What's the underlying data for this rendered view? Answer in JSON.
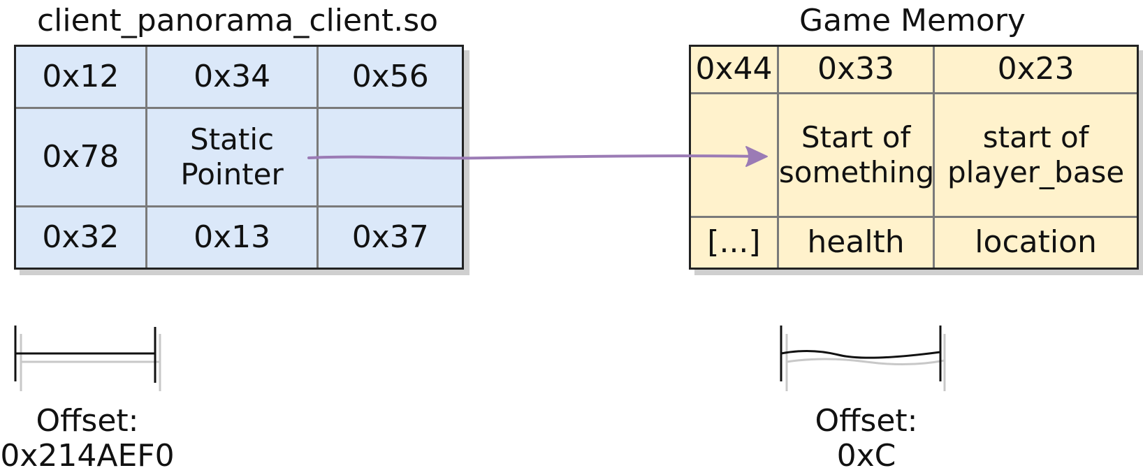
{
  "left_block": {
    "title": "client_panorama_client.so",
    "rows": [
      [
        "0x12",
        "0x34",
        "0x56"
      ],
      [
        "0x78",
        "Static Pointer",
        ""
      ],
      [
        "0x32",
        "0x13",
        "0x37"
      ]
    ]
  },
  "right_block": {
    "title": "Game Memory",
    "rows": [
      [
        "0x44",
        "0x33",
        "0x23"
      ],
      [
        "",
        "Start of something",
        "start of player_base"
      ],
      [
        "[...]",
        "health",
        "location"
      ]
    ]
  },
  "offsets": {
    "left": {
      "label": "Offset:",
      "value": "0x214AEF0"
    },
    "right": {
      "label": "Offset:",
      "value": "0xC"
    }
  },
  "colors": {
    "left_fill": "#dbe8f9",
    "right_fill": "#fff2cc",
    "arrow": "#9b7bb5",
    "border": "#222222",
    "grid": "#7a7a7a"
  }
}
